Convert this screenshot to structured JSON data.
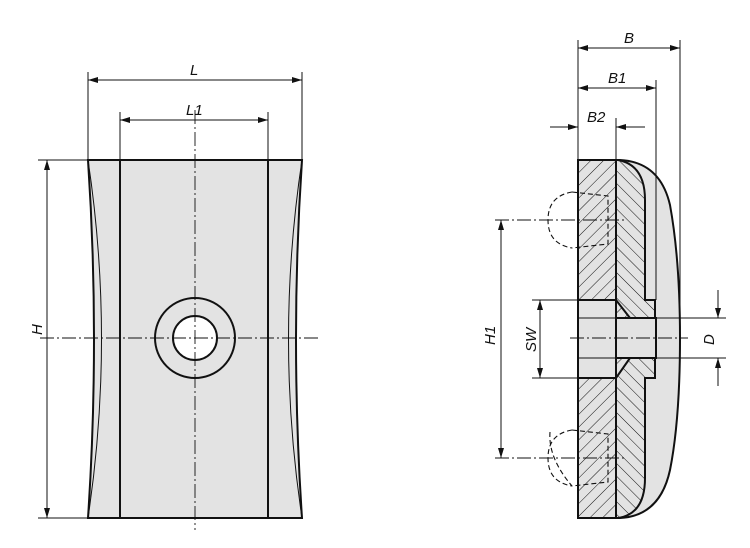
{
  "front_view": {
    "dim_length": "L",
    "dim_inner_length": "L1",
    "dim_height": "H"
  },
  "side_view": {
    "dim_width": "B",
    "dim_width_1": "B1",
    "dim_width_2": "B2",
    "dim_hole_spacing": "H1",
    "dim_wrench_size": "SW",
    "dim_diameter": "D"
  },
  "colors": {
    "part_fill": "#e3e3e3",
    "line": "#111111"
  }
}
